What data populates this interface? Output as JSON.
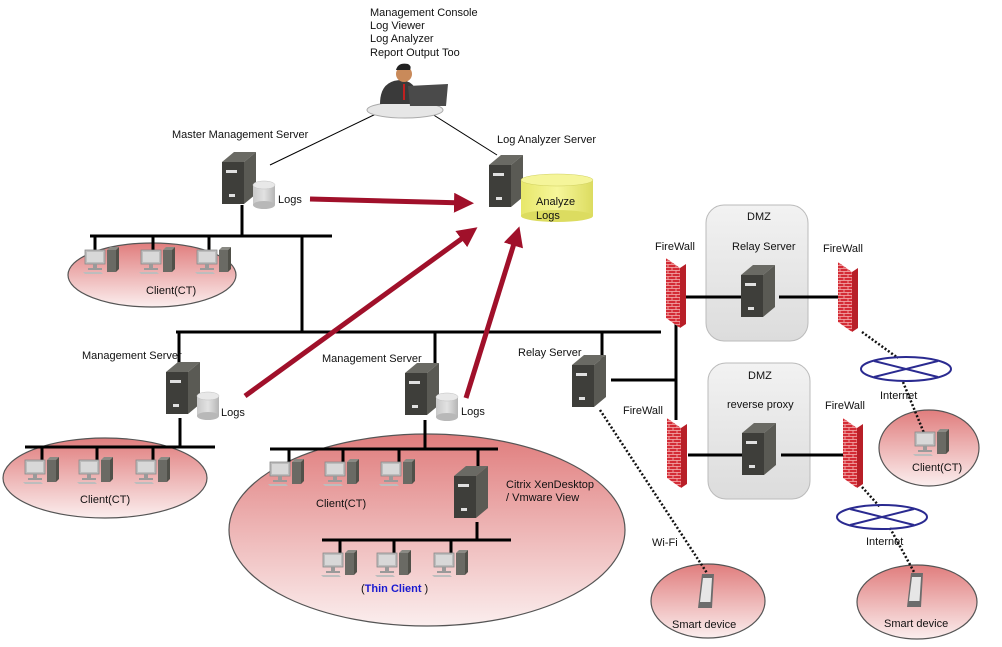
{
  "title": "Network Architecture Diagram",
  "colors": {
    "arrow": "#a0102a",
    "line": "#000000",
    "firewall": "#d42b35",
    "zone_top": "#e07d7d",
    "zone_bottom": "#f8e6e6",
    "dmz_box": "#e6e6e6",
    "server_body": "#3e3e3a",
    "analyze_db": "#ecec7a",
    "internet_ring": "#2a2a90",
    "thin_client_text": "#1a1ad0"
  },
  "console": {
    "lines": [
      "Management Console",
      "Log Viewer",
      "Log Analyzer",
      "Report Output Too"
    ]
  },
  "nodes": {
    "master_server": {
      "label": "Master Management Server",
      "db_label": "Logs"
    },
    "log_analyzer": {
      "label": "Log Analyzer Server",
      "db_line1": "Analyze",
      "db_line2": "Logs"
    },
    "mgmt_server_left": {
      "label": "Management Server",
      "db_label": "Logs"
    },
    "mgmt_server_center": {
      "label": "Management Server",
      "db_label": "Logs"
    },
    "relay_server_internal": {
      "label": "Relay Server"
    },
    "vdi_server": {
      "line1": "Citrix XenDesktop",
      "line2": "/ Vmware View"
    },
    "dmz_top": {
      "zone": "DMZ",
      "label": "Relay Server"
    },
    "dmz_bottom": {
      "zone": "DMZ",
      "label": "reverse proxy"
    },
    "firewalls": [
      "FireWall",
      "FireWall",
      "FireWall",
      "FireWall"
    ],
    "internet": [
      "Internet",
      "Internet"
    ]
  },
  "zones": {
    "client_top": "Client(CT)",
    "client_left": "Client(CT)",
    "client_center": "Client(CT)",
    "thin_client_open": "(",
    "thin_client": "Thin Client",
    "thin_client_close": ")",
    "client_remote": "Client(CT)",
    "smart_wifi": "Smart device",
    "smart_internet": "Smart device",
    "wifi_label": "Wi-Fi"
  }
}
